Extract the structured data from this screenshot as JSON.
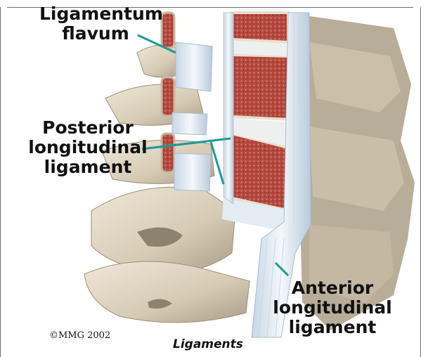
{
  "labels": {
    "ligamentum_flavum": [
      "Ligamentum",
      "flavum"
    ],
    "posterior_longitudinal_ligament": [
      "Posterior",
      "longitudinal",
      "ligament"
    ],
    "anterior_longitudinal_ligament": [
      "Anterior",
      "longitudinal",
      "ligament"
    ]
  },
  "copyright": "©MMG 2002",
  "caption": "Ligaments",
  "colors": {
    "bone": "#d9cfbd",
    "bone_shadow": "#a59a86",
    "marrow": "#b8463c",
    "ligament": "#dfe9f2",
    "leader_line": "#1a9a96"
  }
}
